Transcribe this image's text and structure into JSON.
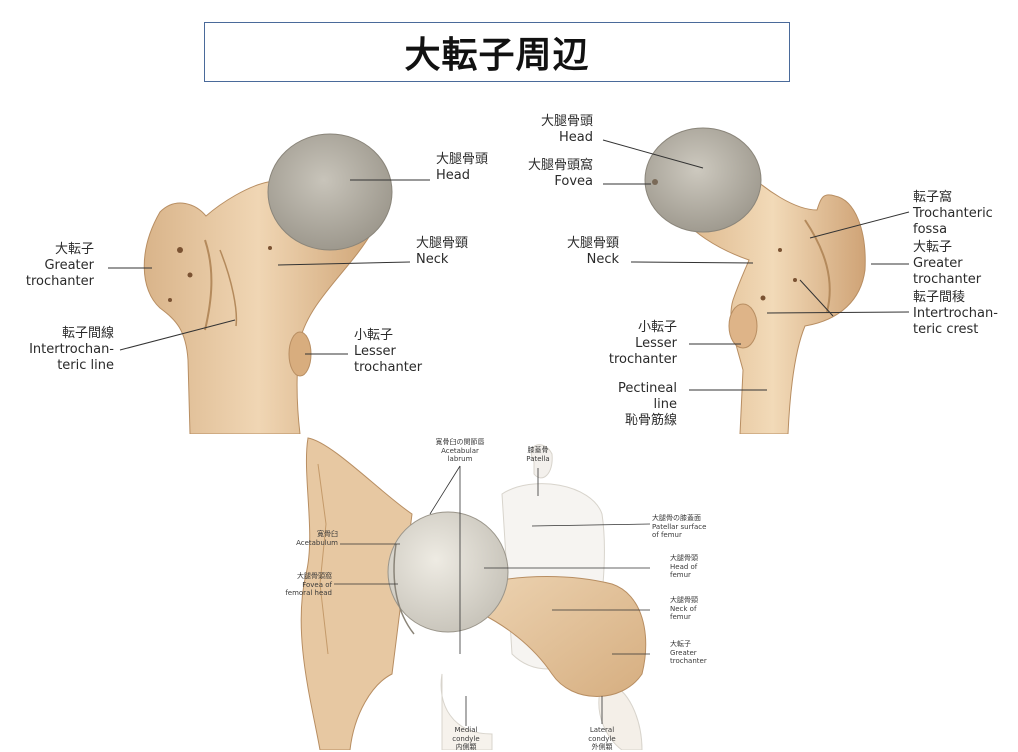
{
  "title": "大転子周辺",
  "anterior": {
    "head": [
      "大腿骨頭",
      "Head"
    ],
    "neck": [
      "大腿骨頸",
      "Neck"
    ],
    "greater": [
      "大転子",
      "Greater",
      "trochanter"
    ],
    "intertroch": [
      "転子間線",
      "Intertrochan-",
      "teric line"
    ],
    "lesser": [
      "小転子",
      "Lesser",
      "trochanter"
    ]
  },
  "posterior": {
    "head": [
      "大腿骨頭",
      "Head"
    ],
    "fovea": [
      "大腿骨頭窩",
      "Fovea"
    ],
    "neck": [
      "大腿骨頸",
      "Neck"
    ],
    "fossa": [
      "転子窩",
      "Trochanteric",
      "fossa"
    ],
    "greater": [
      "大転子",
      "Greater",
      "trochanter"
    ],
    "crest": [
      "転子間稜",
      "Intertrochan-",
      "teric crest"
    ],
    "lesser": [
      "小転子",
      "Lesser",
      "trochanter"
    ],
    "pectineal": [
      "Pectineal",
      "line",
      "恥骨筋線"
    ]
  },
  "joint": {
    "labrum": [
      "寛骨臼の関節唇",
      "Acetabular",
      "labrum"
    ],
    "patella": [
      "膝蓋骨",
      "Patella"
    ],
    "patellar_surface": [
      "大腿骨の膝蓋面",
      "Patellar surface",
      "of femur"
    ],
    "acetabulum": [
      "寛骨臼",
      "Acetabulum"
    ],
    "head_of_femur": [
      "大腿骨頭",
      "Head of",
      "femur"
    ],
    "fovea": [
      "大腿骨頭窩",
      "Fovea of",
      "femoral head"
    ],
    "neck_of_femur": [
      "大腿骨頸",
      "Neck of",
      "femur"
    ],
    "greater": [
      "大転子",
      "Greater",
      "trochanter"
    ],
    "medial": [
      "Medial",
      "condyle",
      "内側顆"
    ],
    "lateral": [
      "Lateral",
      "condyle",
      "外側顆"
    ]
  }
}
